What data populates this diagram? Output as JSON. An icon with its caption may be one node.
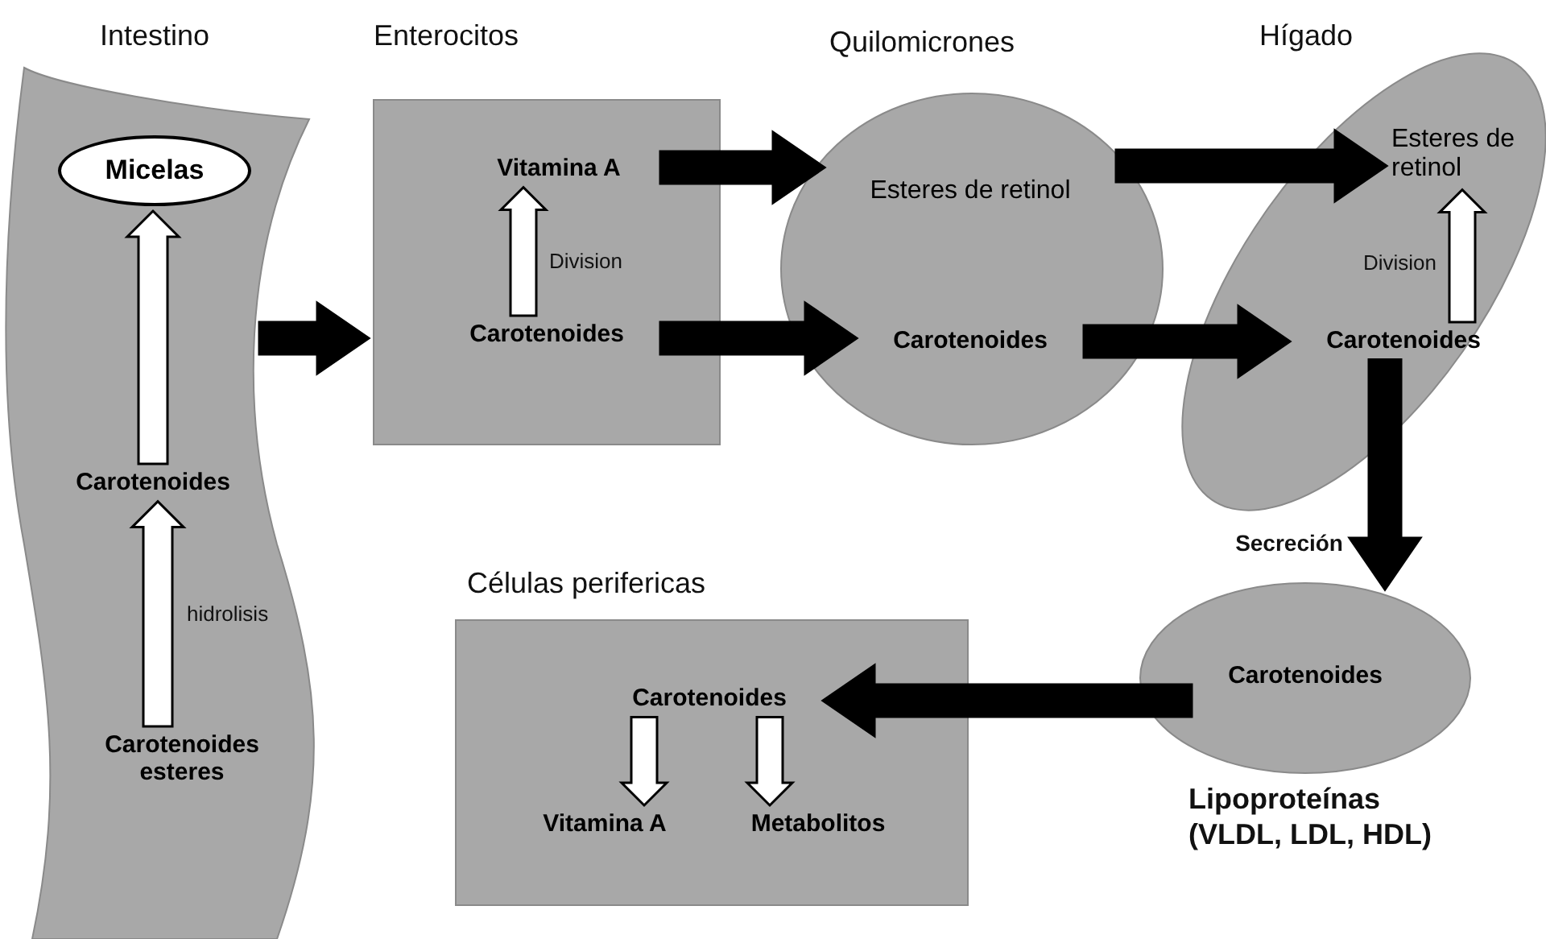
{
  "diagram": {
    "nodes": [
      {
        "text": [
          "Intestino"
        ]
      },
      {
        "text": [
          "Micelas"
        ],
        "in": 0
      },
      {
        "text": [
          "Carotenoides"
        ],
        "in": 0
      },
      {
        "text": [
          "Carotenoides esteres"
        ],
        "in": 0
      },
      {
        "text": [
          "Enterocitos"
        ]
      },
      {
        "text": [
          "Vitamina A"
        ],
        "in": 4
      },
      {
        "text": [
          "Carotenoides"
        ],
        "in": 4
      },
      {
        "text": [
          "Quilomicrones"
        ]
      },
      {
        "text": [
          "Esteres de retinol"
        ],
        "in": 7
      },
      {
        "text": [
          "Carotenoides"
        ],
        "in": 7
      },
      {
        "text": [
          "Hígado"
        ]
      },
      {
        "text": [
          "Esteres de retinol"
        ],
        "in": 10
      },
      {
        "text": [
          "Carotenoides"
        ],
        "in": 10
      },
      {
        "text": [
          "Células perifericas"
        ]
      },
      {
        "text": [
          "Carotenoides"
        ],
        "in": 13
      },
      {
        "text": [
          "Vitamina A"
        ],
        "in": 13
      },
      {
        "text": [
          "Metabolitos"
        ],
        "in": 13
      },
      {
        "text": [
          "Lipoproteínas (VLDL, LDL, HDL)"
        ]
      },
      {
        "text": [
          "Carotenoides"
        ],
        "in": 17
      }
    ],
    "edges": [
      {
        "from": 0,
        "to": 4,
        "arrow": "to"
      },
      {
        "from": 2,
        "to": 1,
        "arrow": "to",
        "color": "#ffffff"
      },
      {
        "from": 3,
        "to": 2,
        "arrow": "to",
        "label": "hidrolisis",
        "color": "#ffffff"
      },
      {
        "from": 6,
        "to": 5,
        "arrow": "to",
        "label": "Division",
        "color": "#ffffff"
      },
      {
        "from": 5,
        "to": 8,
        "arrow": "to"
      },
      {
        "from": 6,
        "to": 9,
        "arrow": "to"
      },
      {
        "from": 8,
        "to": 11,
        "arrow": "to"
      },
      {
        "from": 9,
        "to": 12,
        "arrow": "to"
      },
      {
        "from": 12,
        "to": 11,
        "arrow": "to",
        "label": "Division",
        "color": "#ffffff"
      },
      {
        "from": 12,
        "to": 17,
        "arrow": "to",
        "label": "Secreción"
      },
      {
        "from": 18,
        "to": 14,
        "arrow": "to"
      },
      {
        "from": 14,
        "to": 15,
        "arrow": "to",
        "color": "#ffffff"
      },
      {
        "from": 14,
        "to": 16,
        "arrow": "to",
        "color": "#ffffff"
      }
    ]
  }
}
